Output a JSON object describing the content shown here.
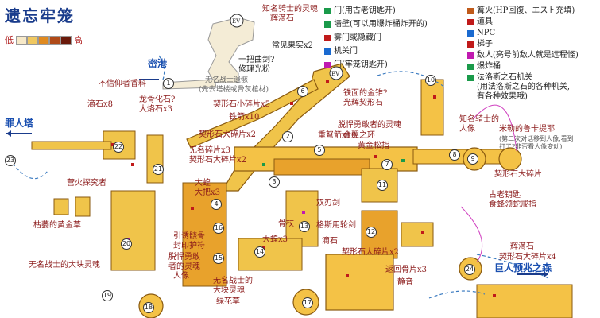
{
  "title": "遗忘牢笼",
  "scale": {
    "low": "低",
    "high": "高",
    "colors": [
      "#f7e9c8",
      "#f0c860",
      "#e08a20",
      "#b04a18",
      "#6a1a0a"
    ]
  },
  "legend": {
    "col1": [
      {
        "icon": "gate-icon",
        "color": "#1a9a4a",
        "text": "门(用古老钥匙开)"
      },
      {
        "icon": "wall-icon",
        "color": "#1a9a4a",
        "text": "墙壁(可以用爆炸桶炸开的)"
      },
      {
        "icon": "secret-door-icon",
        "color": "#c01a1a",
        "text": "雾门或隐藏门"
      },
      {
        "icon": "switch-door-icon",
        "color": "#1a6ad0",
        "text": "机关门"
      },
      {
        "icon": "cell-key-icon",
        "color": "#c01ab0",
        "text": "门(牢笼钥匙开)"
      }
    ],
    "col2": [
      {
        "icon": "bonfire-icon",
        "color": "#c05a1a",
        "text": "篝火(HP回復、エスト充填)"
      },
      {
        "icon": "item-icon",
        "color": "#c01a1a",
        "text": "道具"
      },
      {
        "icon": "npc-icon",
        "color": "#1a6ad0",
        "text": "NPC"
      },
      {
        "icon": "ladder-icon",
        "color": "#c01a1a",
        "text": "梯子"
      },
      {
        "icon": "enemy-icon",
        "color": "#c01ab0",
        "text": "敌人(亮号前敌人就是远程怪)"
      },
      {
        "icon": "barrel-icon",
        "color": "#1a9a4a",
        "text": "爆炸桶"
      },
      {
        "icon": "mechanism-icon",
        "color": "#1a9a4a",
        "text": "法洛斯之石机关"
      },
      {
        "icon": "mechanism-icon",
        "color": "#1a9a4a",
        "text": "(用法洛斯之石的各种机关,"
      },
      {
        "icon": "",
        "color": "",
        "text": "有各种效果哦)"
      }
    ]
  },
  "labels": {
    "knight_soul": "知名骑士的灵魂",
    "shining_stone": "辉滴石",
    "ev": "EV",
    "common_fruit": "常见果实x2",
    "curved_sword": "一把曲剑?",
    "repair_powder": "修理光粉",
    "lost_remains": "无名战士遗骸",
    "remains_note": "(先去塔楼或骨灰棺材)",
    "secret_port": "密港",
    "forgot_scroll": "不信仰者香料",
    "dragon_fossil": "龙骨化石?",
    "large_stone_x3": "大烙石x3",
    "drip_stone_x8": "滴石x8",
    "tower": "罪人塔",
    "knight_shield": "铁面的金锥?",
    "light_shard": "光辉契形石",
    "contract_shard_x5": "契形石小碎片x5",
    "iron_arrow_x10": "铁箭x10",
    "contract_shard_x2": "契形石大碎片x2",
    "broken_soul": "脱悍勇敢者的灵魂",
    "gold_ring": "金翼之环",
    "gold_hand": "黄金松指",
    "heavy_arrow_x10": "重弩箭x10",
    "rock_fragment": "无名碎片x3",
    "fire_bomb": "大蝗",
    "torch_x3": "大把x3",
    "contract_shard_x2b": "契形石大碎片x2",
    "explorer": "营火探究者",
    "yellow_herb": "枯萎的黄金草",
    "guide_bone": "引诱骸骨",
    "seal_ward": "封印护符",
    "brave_soul": "脱悍勇敢",
    "brave_soul2": "者的灵魂",
    "human_form": "人像",
    "bone": "骨杖",
    "fire_x3": "大蝗x3",
    "dual_sword": "双刃剑",
    "crimson_ring": "格斯用轮剑",
    "drip_stone": "滴石",
    "contract_shard_x2c": "契形石大碎片x2",
    "return_bone_x3": "返回骨片x3",
    "quiet": "静音",
    "knight_soul2": "知名骑士的",
    "knight_soul3": "人像",
    "rat_king": "米勒的鲁卡提耶",
    "rat_note": "(第二次对话移到人像,看到",
    "rat_note2": "打了?非否看人像变动)",
    "contract_shard_x1": "契形石大碎片",
    "old_key": "古老钥匙",
    "iron_golem": "食蜂领蛇戒指",
    "shining_stone2": "辉滴石",
    "contract_shard_x4": "契形石大碎片x4",
    "giant_forest": "巨人预兆之森",
    "warrior_soul": "无名战士的大块灵魂",
    "warrior_soul2": "无名战士的",
    "warrior_soul3": "大块灵魂",
    "green_herb": "绿花草"
  },
  "numbers": [
    "1",
    "2",
    "3",
    "4",
    "5",
    "6",
    "7",
    "8",
    "9",
    "10",
    "11",
    "12",
    "13",
    "14",
    "15",
    "16",
    "17",
    "18",
    "19",
    "20",
    "21",
    "22",
    "23",
    "24"
  ]
}
